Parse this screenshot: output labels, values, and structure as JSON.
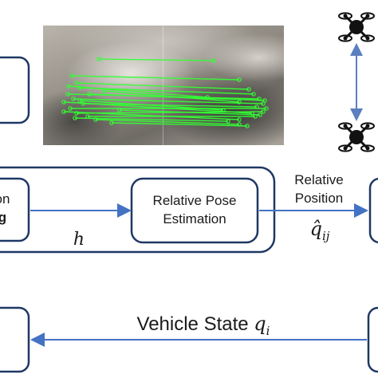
{
  "boxes": {
    "left_top": {
      "label": ""
    },
    "left_middle": {
      "line1": "on",
      "line2": "g"
    },
    "pose_estimation": {
      "line1": "Relative Pose",
      "line2": "Estimation"
    },
    "right_middle": {
      "label": ""
    },
    "left_bottom": {
      "label": ""
    },
    "right_bottom": {
      "label": ""
    }
  },
  "labels": {
    "h": "h",
    "relative_position_line1": "Relative",
    "relative_position_line2": "Position",
    "q_hat": "q̂",
    "q_hat_subscript": "ij",
    "vehicle_state_text": "Vehicle State",
    "vehicle_state_q": "q",
    "vehicle_state_subscript": "i"
  },
  "icons": {
    "drone_top": "quadcopter-icon",
    "drone_bottom": "quadcopter-icon",
    "feature_image": "feature-matching-image"
  },
  "colors": {
    "box_stroke": "#1f3864",
    "arrow": "#4472c4",
    "match_lines": "#33ff33",
    "drone_link": "#5b7fbf"
  }
}
